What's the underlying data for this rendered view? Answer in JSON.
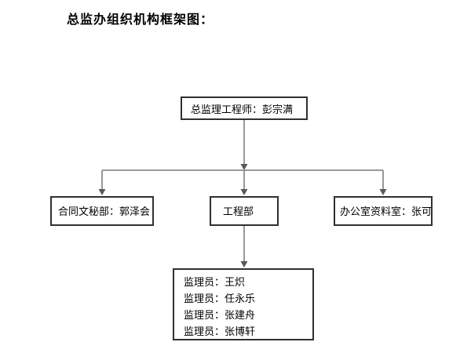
{
  "title": "总监办组织机构框架图：",
  "org": {
    "root": {
      "label": "总监理工程师：彭宗满"
    },
    "departments": [
      {
        "label": "合同文秘部：郭泽会"
      },
      {
        "label": "工程部"
      },
      {
        "label": "办公室资料室：张可"
      }
    ],
    "supervisors": [
      "监理员：王炽",
      "监理员：任永乐",
      "监理员：张建舟",
      "监理员：张博轩"
    ]
  },
  "colors": {
    "background": "#ffffff",
    "text": "#000000",
    "box_border": "#303030",
    "connector": "#8c8c8c",
    "arrowhead": "#595959"
  }
}
